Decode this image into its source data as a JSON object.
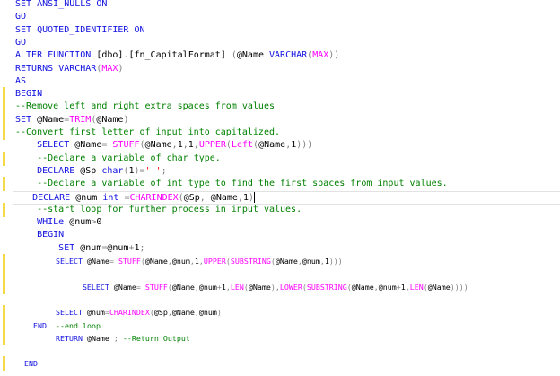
{
  "editor": {
    "language": "T-SQL",
    "colors": {
      "keyword": "#1010e0",
      "function": "#ff00ff",
      "comment": "#008000",
      "operator": "#808080",
      "string": "#ff0000",
      "change_marker": "#f4d94a"
    },
    "current_line": 16,
    "lines": [
      {
        "tokens": [
          [
            "k",
            "SET"
          ],
          [
            "t",
            " "
          ],
          [
            "k",
            "ANSI_NULLS"
          ],
          [
            "t",
            " "
          ],
          [
            "k",
            "ON"
          ]
        ]
      },
      {
        "tokens": [
          [
            "k",
            "GO"
          ]
        ]
      },
      {
        "tokens": [
          [
            "k",
            "SET"
          ],
          [
            "t",
            " "
          ],
          [
            "k",
            "QUOTED_IDENTIFIER"
          ],
          [
            "t",
            " "
          ],
          [
            "k",
            "ON"
          ]
        ]
      },
      {
        "tokens": [
          [
            "k",
            "GO"
          ]
        ]
      },
      {
        "tokens": [
          [
            "k",
            "ALTER"
          ],
          [
            "t",
            " "
          ],
          [
            "k",
            "FUNCTION"
          ],
          [
            "t",
            " [dbo]"
          ],
          [
            "p",
            "."
          ],
          [
            "t",
            "[fn_CapitalFormat] "
          ],
          [
            "p",
            "("
          ],
          [
            "t",
            "@Name "
          ],
          [
            "k",
            "VARCHAR"
          ],
          [
            "p",
            "("
          ],
          [
            "f",
            "MAX"
          ],
          [
            "p",
            "))"
          ]
        ]
      },
      {
        "tokens": [
          [
            "k",
            "RETURNS"
          ],
          [
            "t",
            " "
          ],
          [
            "k",
            "VARCHAR"
          ],
          [
            "p",
            "("
          ],
          [
            "f",
            "MAX"
          ],
          [
            "p",
            ")"
          ]
        ]
      },
      {
        "tokens": [
          [
            "k",
            "AS"
          ]
        ]
      },
      {
        "changed": true,
        "tokens": [
          [
            "k",
            "BEGIN"
          ]
        ]
      },
      {
        "changed": true,
        "tokens": [
          [
            "c",
            "--Remove left and right extra spaces from values"
          ]
        ]
      },
      {
        "changed": true,
        "tokens": [
          [
            "k",
            "SET"
          ],
          [
            "t",
            " @Name"
          ],
          [
            "p",
            "="
          ],
          [
            "f",
            "TRIM"
          ],
          [
            "p",
            "("
          ],
          [
            "t",
            "@Name"
          ],
          [
            "p",
            ")"
          ]
        ]
      },
      {
        "changed": true,
        "tokens": [
          [
            "c",
            "--Convert first letter of input into capitalized."
          ]
        ]
      },
      {
        "tokens": [
          [
            "t",
            "    "
          ],
          [
            "k",
            "SELECT"
          ],
          [
            "t",
            " @Name"
          ],
          [
            "p",
            "="
          ],
          [
            "t",
            " "
          ],
          [
            "f",
            "STUFF"
          ],
          [
            "p",
            "("
          ],
          [
            "t",
            "@Name"
          ],
          [
            "p",
            ","
          ],
          [
            "t",
            "1"
          ],
          [
            "p",
            ","
          ],
          [
            "t",
            "1"
          ],
          [
            "p",
            ","
          ],
          [
            "f",
            "UPPER"
          ],
          [
            "p",
            "("
          ],
          [
            "f",
            "Left"
          ],
          [
            "p",
            "("
          ],
          [
            "t",
            "@Name"
          ],
          [
            "p",
            ","
          ],
          [
            "t",
            "1"
          ],
          [
            "p",
            ")))"
          ]
        ]
      },
      {
        "changed": true,
        "tokens": [
          [
            "t",
            "    "
          ],
          [
            "c",
            "--Declare a variable of char type."
          ]
        ]
      },
      {
        "tokens": [
          [
            "t",
            "    "
          ],
          [
            "k",
            "DECLARE"
          ],
          [
            "t",
            " @Sp "
          ],
          [
            "k",
            "char"
          ],
          [
            "p",
            "("
          ],
          [
            "t",
            "1"
          ],
          [
            "p",
            ")="
          ],
          [
            "s",
            "' '"
          ],
          [
            "p",
            ";"
          ]
        ]
      },
      {
        "changed": true,
        "tokens": [
          [
            "t",
            "    "
          ],
          [
            "c",
            "--Declare a variable of int type to find the first spaces from input values."
          ]
        ]
      },
      {
        "tokens": [
          [
            "t",
            "   "
          ],
          [
            "k",
            "DECLARE"
          ],
          [
            "t",
            " @num "
          ],
          [
            "k",
            "int"
          ],
          [
            "t",
            " "
          ],
          [
            "p",
            "="
          ],
          [
            "f",
            "CHARINDEX"
          ],
          [
            "p",
            "("
          ],
          [
            "t",
            "@Sp"
          ],
          [
            "p",
            ","
          ],
          [
            "t",
            " @Name"
          ],
          [
            "p",
            ","
          ],
          [
            "t",
            "1"
          ],
          [
            "p",
            ")"
          ]
        ]
      },
      {
        "changed": true,
        "tokens": [
          [
            "t",
            "    "
          ],
          [
            "c",
            "--start loop for further process in input values."
          ]
        ]
      },
      {
        "tokens": [
          [
            "t",
            "    "
          ],
          [
            "k",
            "WHILe"
          ],
          [
            "t",
            " @num"
          ],
          [
            "p",
            ">"
          ],
          [
            "t",
            "0"
          ]
        ]
      },
      {
        "tokens": [
          [
            "t",
            "    "
          ],
          [
            "k",
            "BEGIN"
          ]
        ]
      },
      {
        "tokens": [
          [
            "t",
            "        "
          ],
          [
            "k",
            "SET"
          ],
          [
            "t",
            " @num"
          ],
          [
            "p",
            "="
          ],
          [
            "t",
            "@num"
          ],
          [
            "p",
            "+"
          ],
          [
            "t",
            "1"
          ],
          [
            "p",
            ";"
          ]
        ]
      },
      {
        "changed": true,
        "small": true,
        "indent": "       ",
        "tokens": [
          [
            "t",
            "         "
          ],
          [
            "k",
            "SELECT"
          ],
          [
            "t",
            " @Name"
          ],
          [
            "p",
            "="
          ],
          [
            "t",
            " "
          ],
          [
            "f",
            "STUFF"
          ],
          [
            "p",
            "("
          ],
          [
            "t",
            "@Name"
          ],
          [
            "p",
            ","
          ],
          [
            "t",
            "@num"
          ],
          [
            "p",
            ","
          ],
          [
            "t",
            "1"
          ],
          [
            "p",
            ","
          ],
          [
            "f",
            "UPPER"
          ],
          [
            "p",
            "("
          ],
          [
            "f",
            "SUBSTRING"
          ],
          [
            "p",
            "("
          ],
          [
            "t",
            "@Name"
          ],
          [
            "p",
            ","
          ],
          [
            "t",
            "@num"
          ],
          [
            "p",
            ","
          ],
          [
            "t",
            "1"
          ],
          [
            "p",
            ")))"
          ]
        ]
      },
      {
        "changed": true,
        "small": true,
        "tokens": []
      },
      {
        "changed": true,
        "small": true,
        "tokens": [
          [
            "t",
            "               "
          ],
          [
            "k",
            "SELECT"
          ],
          [
            "t",
            " @Name"
          ],
          [
            "p",
            "="
          ],
          [
            "t",
            " "
          ],
          [
            "f",
            "STUFF"
          ],
          [
            "p",
            "("
          ],
          [
            "t",
            "@Name"
          ],
          [
            "p",
            ","
          ],
          [
            "t",
            "@num"
          ],
          [
            "p",
            "+"
          ],
          [
            "t",
            "1"
          ],
          [
            "p",
            ","
          ],
          [
            "f",
            "LEN"
          ],
          [
            "p",
            "("
          ],
          [
            "t",
            "@Name"
          ],
          [
            "p",
            "),"
          ],
          [
            "f",
            "LOWER"
          ],
          [
            "p",
            "("
          ],
          [
            "f",
            "SUBSTRING"
          ],
          [
            "p",
            "("
          ],
          [
            "t",
            "@Name"
          ],
          [
            "p",
            ","
          ],
          [
            "t",
            "@num"
          ],
          [
            "p",
            "+"
          ],
          [
            "t",
            "1"
          ],
          [
            "p",
            ","
          ],
          [
            "f",
            "LEN"
          ],
          [
            "p",
            "("
          ],
          [
            "t",
            "@Name"
          ],
          [
            "p",
            "))))"
          ]
        ]
      },
      {
        "small": true,
        "tokens": []
      },
      {
        "changed": true,
        "small": true,
        "tokens": [
          [
            "t",
            "         "
          ],
          [
            "k",
            "SELECT"
          ],
          [
            "t",
            " @num"
          ],
          [
            "p",
            "="
          ],
          [
            "f",
            "CHARINDEX"
          ],
          [
            "p",
            "("
          ],
          [
            "t",
            "@Sp"
          ],
          [
            "p",
            ","
          ],
          [
            "t",
            "@Name"
          ],
          [
            "p",
            ","
          ],
          [
            "t",
            "@num"
          ],
          [
            "p",
            ")"
          ]
        ]
      },
      {
        "changed": true,
        "small": true,
        "tokens": [
          [
            "t",
            "    "
          ],
          [
            "k",
            "END"
          ],
          [
            "t",
            "  "
          ],
          [
            "c",
            "--end loop"
          ]
        ]
      },
      {
        "changed": true,
        "small": true,
        "tokens": [
          [
            "t",
            "         "
          ],
          [
            "k",
            "RETURN"
          ],
          [
            "t",
            " @Name "
          ],
          [
            "p",
            ";"
          ],
          [
            "t",
            " "
          ],
          [
            "c",
            "--Return Output"
          ]
        ]
      },
      {
        "small": true,
        "tokens": []
      },
      {
        "changed": true,
        "small": true,
        "tokens": [
          [
            "t",
            "  "
          ],
          [
            "k",
            "END"
          ]
        ]
      }
    ]
  }
}
